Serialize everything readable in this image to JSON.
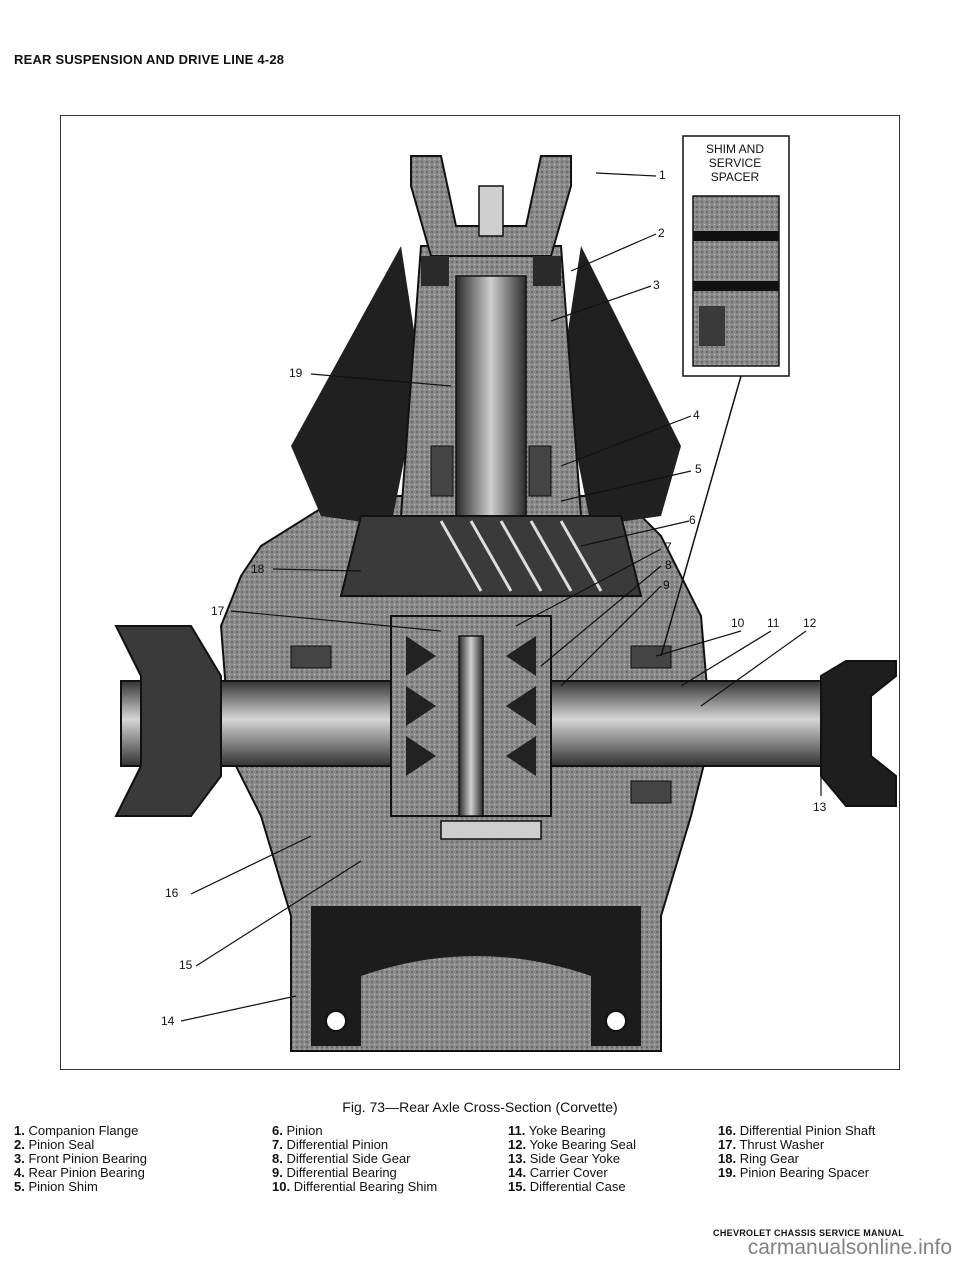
{
  "header": {
    "title": "REAR SUSPENSION AND DRIVE LINE 4-28"
  },
  "figure": {
    "inset_label": [
      "SHIM AND",
      "SERVICE",
      "SPACER"
    ],
    "callouts": [
      "1",
      "2",
      "3",
      "4",
      "5",
      "6",
      "7",
      "8",
      "9",
      "10",
      "11",
      "12",
      "13",
      "14",
      "15",
      "16",
      "17",
      "18",
      "19"
    ]
  },
  "caption": "Fig. 73—Rear Axle Cross-Section (Corvette)",
  "legend": {
    "columns": [
      [
        {
          "num": "1.",
          "text": "Companion Flange"
        },
        {
          "num": "2.",
          "text": "Pinion Seal"
        },
        {
          "num": "3.",
          "text": "Front Pinion Bearing"
        },
        {
          "num": "4.",
          "text": "Rear Pinion Bearing"
        },
        {
          "num": "5.",
          "text": "Pinion Shim"
        }
      ],
      [
        {
          "num": "6.",
          "text": "Pinion"
        },
        {
          "num": "7.",
          "text": "Differential Pinion"
        },
        {
          "num": "8.",
          "text": "Differential Side Gear"
        },
        {
          "num": "9.",
          "text": "Differential Bearing"
        },
        {
          "num": "10.",
          "text": "Differential Bearing Shim"
        }
      ],
      [
        {
          "num": "11.",
          "text": "Yoke Bearing"
        },
        {
          "num": "12.",
          "text": "Yoke Bearing Seal"
        },
        {
          "num": "13.",
          "text": "Side Gear Yoke"
        },
        {
          "num": "14.",
          "text": "Carrier Cover"
        },
        {
          "num": "15.",
          "text": "Differential Case"
        }
      ],
      [
        {
          "num": "16.",
          "text": "Differential Pinion Shaft"
        },
        {
          "num": "17.",
          "text": "Thrust Washer"
        },
        {
          "num": "18.",
          "text": "Ring Gear"
        },
        {
          "num": "19.",
          "text": "Pinion Bearing Spacer"
        }
      ]
    ]
  },
  "footer": {
    "text": "CHEVROLET CHASSIS SERVICE MANUAL"
  },
  "watermark": {
    "text": "carmanualsonline.info"
  }
}
